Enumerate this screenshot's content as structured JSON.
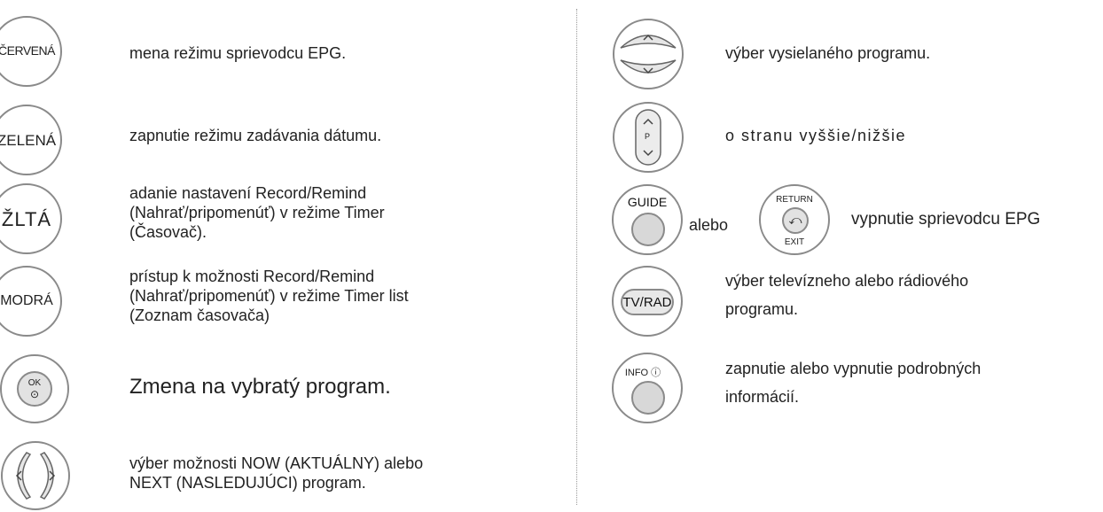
{
  "left": {
    "red": {
      "button": "ČERVENÁ",
      "text": "mena režimu sprievodcu EPG."
    },
    "green": {
      "button": "ZELENÁ",
      "text": "zapnutie režimu zadávania dátumu."
    },
    "yellow": {
      "button": "ŽLTÁ",
      "lines": [
        "adanie nastavení Record/Remind",
        "(Nahrať/pripomenúť) v režime Timer",
        "(Časovač)."
      ]
    },
    "blue": {
      "button": "MODRÁ",
      "lines": [
        "prístup k možnosti Record/Remind",
        "(Nahrať/pripomenúť) v  režime Timer list",
        "(Zoznam časovača)"
      ]
    },
    "ok": {
      "button": "OK",
      "text": "Zmena na vybratý program."
    },
    "leftright": {
      "lines": [
        "výber možnosti NOW (AKTUÁLNY) alebo",
        "NEXT (NASLEDUJÚCI) program."
      ]
    }
  },
  "right": {
    "updown": {
      "text": "výber vysielaného programu."
    },
    "page": {
      "button": "P",
      "text": "o stranu vyššie/nižšie"
    },
    "guide": {
      "button": "GUIDE",
      "connector": "alebo",
      "return_top": "RETURN",
      "return_bottom": "EXIT",
      "text": "vypnutie sprievodcu EPG"
    },
    "tvrad": {
      "button": "TV/RAD",
      "lines": [
        "výber televízneho alebo rádiového",
        "programu."
      ]
    },
    "info": {
      "button": "INFO ⓘ",
      "lines": [
        "zapnutie alebo vypnutie podrobných",
        "informácií."
      ]
    }
  }
}
